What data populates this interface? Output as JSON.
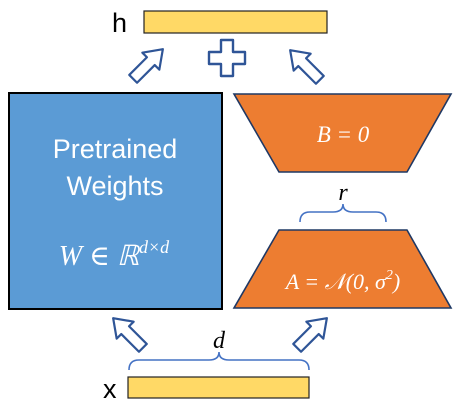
{
  "labels": {
    "h": "h",
    "x": "x",
    "d": "d",
    "r": "r"
  },
  "pretrained": {
    "line1": "Pretrained",
    "line2": "Weights",
    "formula_prefix": "W ∈ ℝ",
    "formula_superscript": "d×d"
  },
  "matrix_b": {
    "formula": "B = 0"
  },
  "matrix_a": {
    "formula_prefix": "A = 𝒩(0, σ",
    "formula_superscript": "2",
    "formula_suffix": ")"
  },
  "icons": {
    "plus": "plus-icon",
    "arrow": "arrow-icon"
  },
  "colors": {
    "pretrained_fill": "#5B9BD5",
    "pretrained_stroke": "#000000",
    "lora_fill": "#ED7D31",
    "vector_fill": "#FFD966",
    "brace": "#4472C4",
    "arrow_stroke": "#2F5597"
  }
}
